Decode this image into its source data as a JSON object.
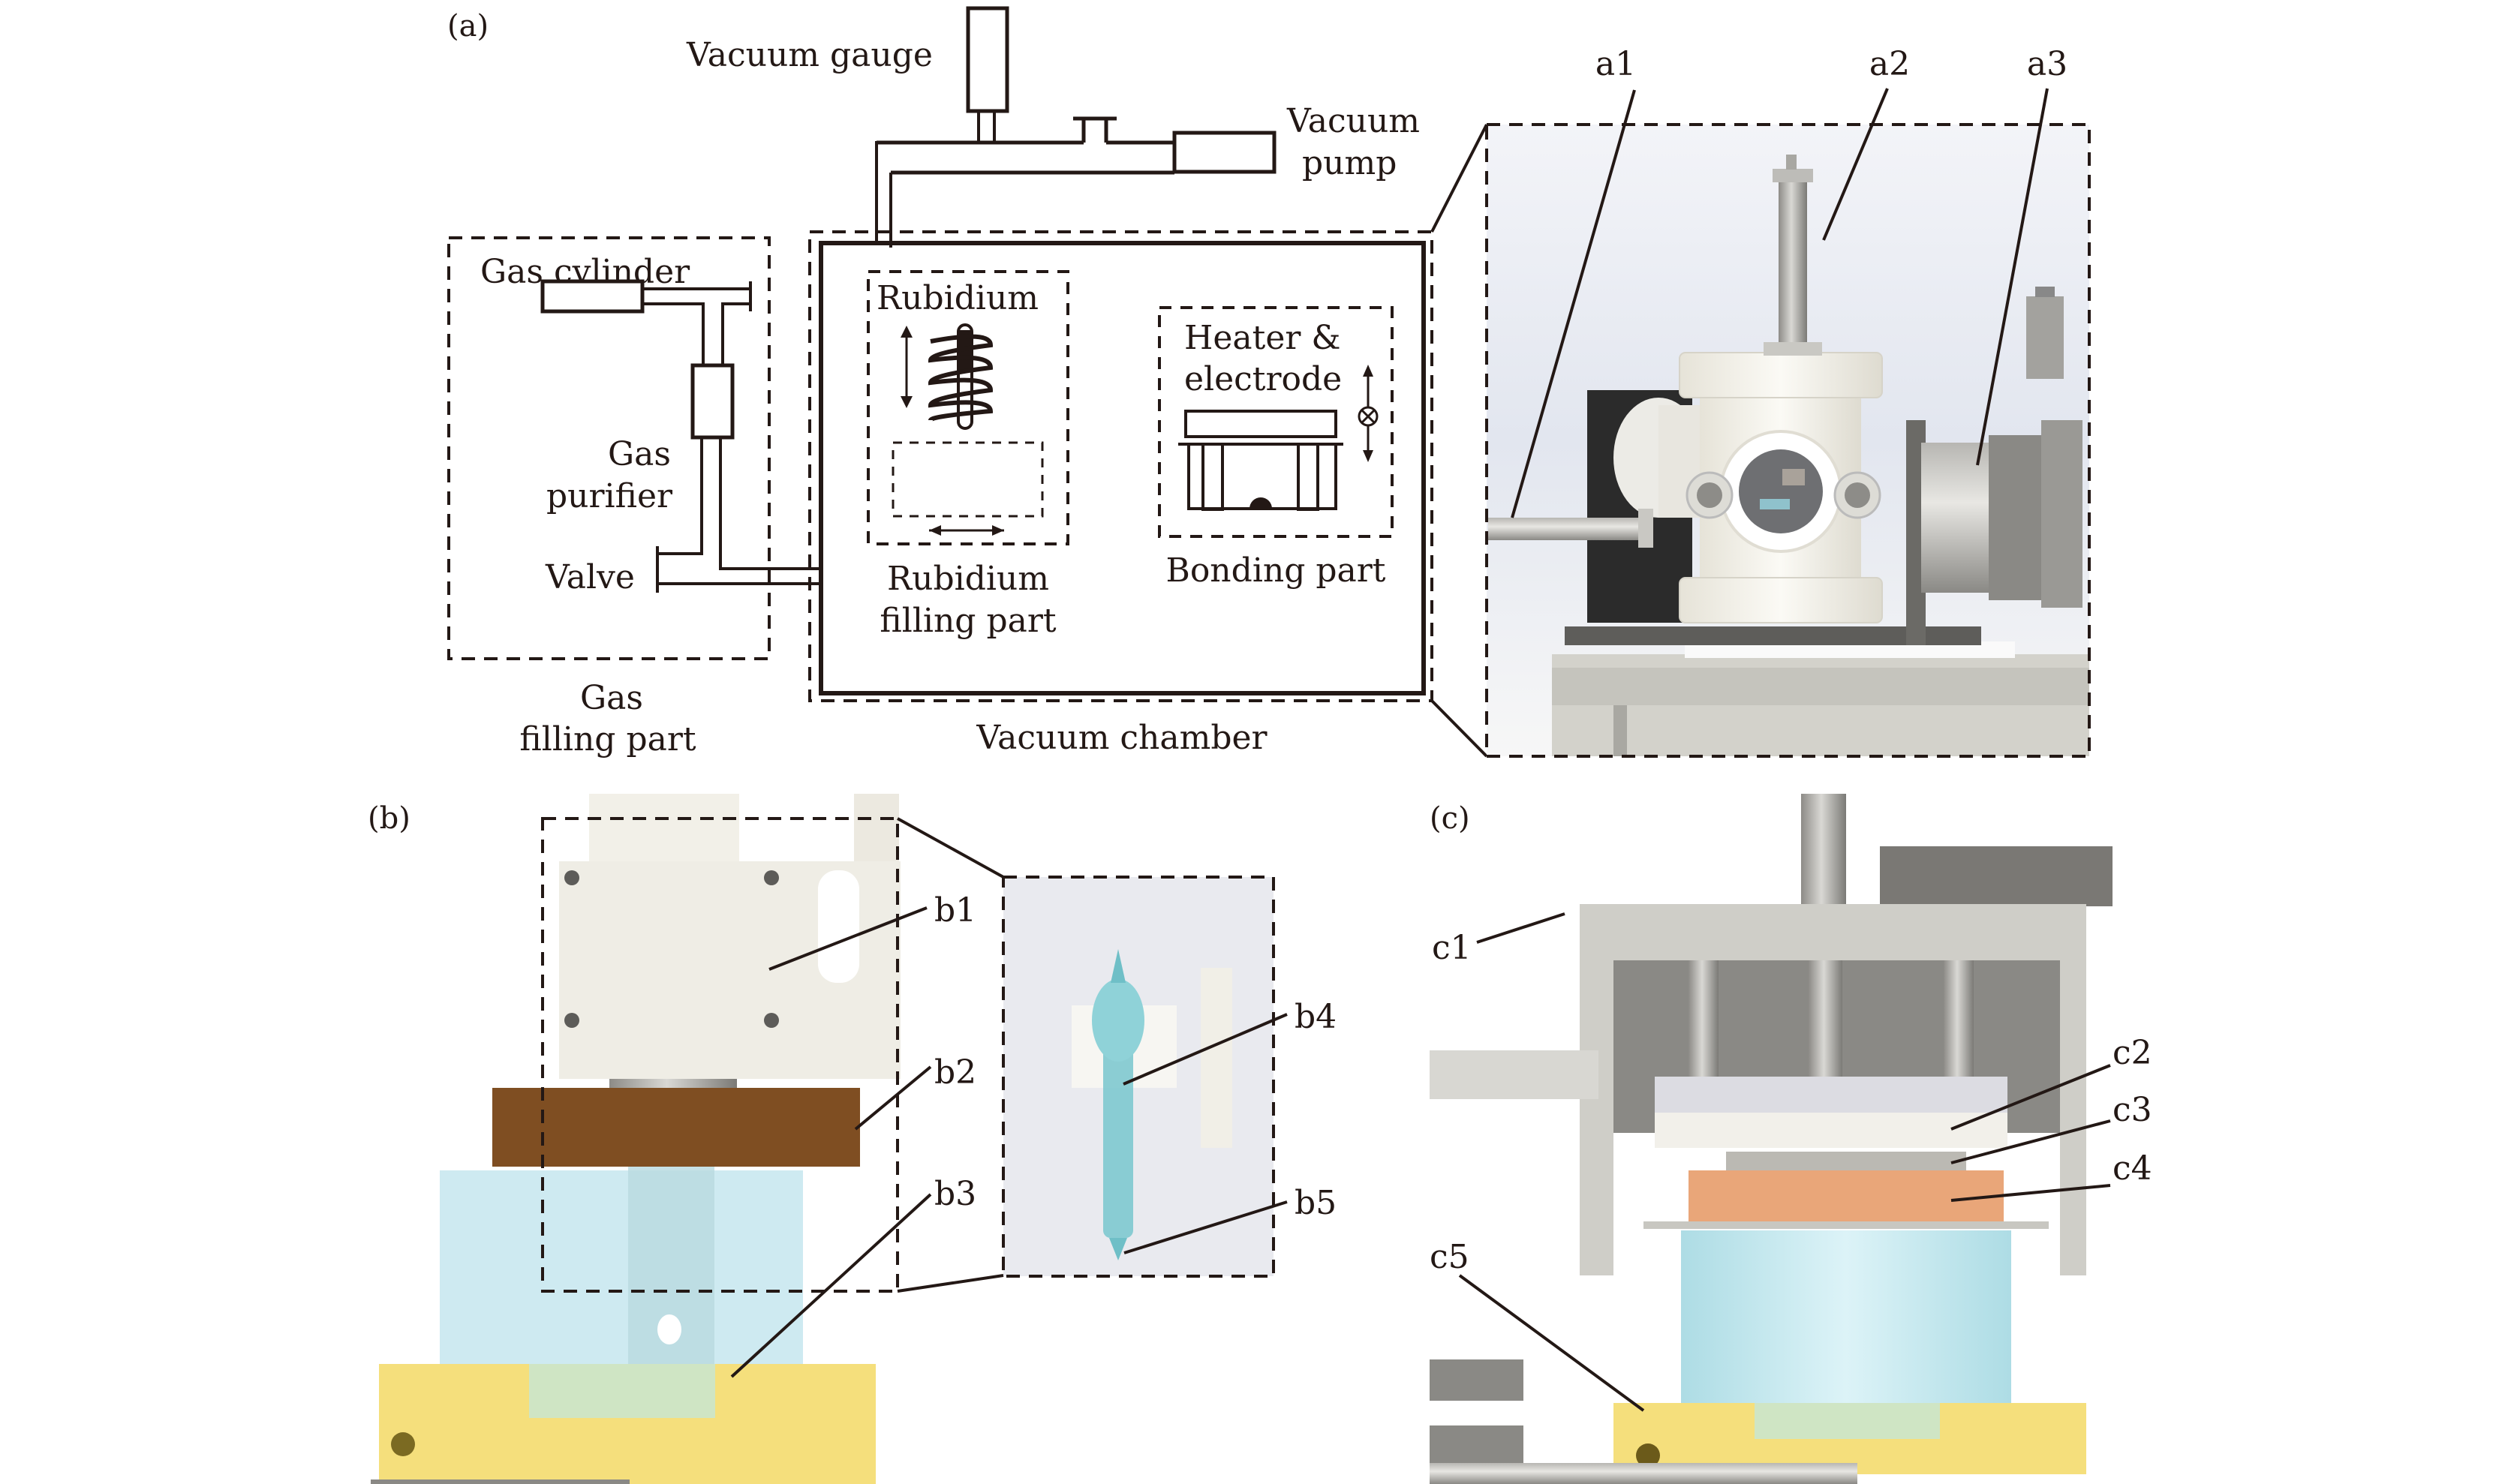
{
  "panels": {
    "a": {
      "tag": "(a)",
      "labels": {
        "vacuum_gauge": "Vacuum gauge",
        "vacuum_pump_1": "Vacuum",
        "vacuum_pump_2": "pump",
        "gas_cylinder": "Gas cylinder",
        "gas_purifier_1": "Gas",
        "gas_purifier_2": "purifier",
        "valve": "Valve",
        "gas_filling_1": "Gas",
        "gas_filling_2": "filling part",
        "rubidium": "Rubidium",
        "rubidium_filling_1": "Rubidium",
        "rubidium_filling_2": "filling part",
        "heater_1": "Heater &",
        "heater_2": "electrode",
        "bonding_part": "Bonding part",
        "vacuum_chamber": "Vacuum chamber"
      },
      "callouts": [
        "a1",
        "a2",
        "a3"
      ]
    },
    "b": {
      "tag": "(b)",
      "callouts": [
        "b1",
        "b2",
        "b3",
        "b4",
        "b5"
      ]
    },
    "c": {
      "tag": "(c)",
      "callouts": [
        "c1",
        "c2",
        "c3",
        "c4",
        "c5"
      ]
    }
  },
  "colors": {
    "ink": "#231815",
    "brown_plate": "#7f4e22",
    "yellow_base": "#f5df7c",
    "glass_blue": "#bfe3ec",
    "copper": "#e9a679",
    "grey_frame": "#c9c8c2",
    "dark_grey": "#6f6e6a",
    "ivory": "#f1efe6"
  }
}
